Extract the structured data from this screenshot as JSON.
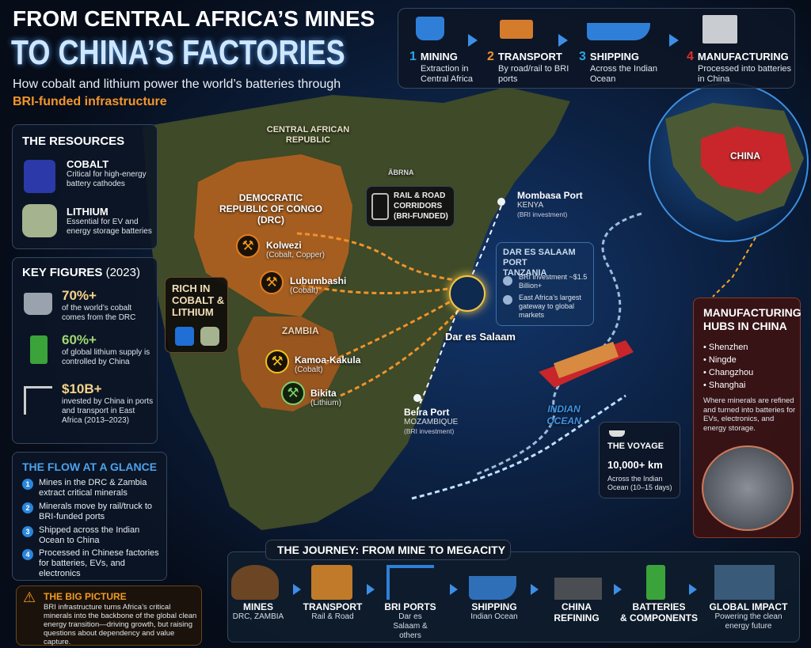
{
  "header": {
    "title_line1": "FROM CENTRAL AFRICA’S MINES",
    "title_line2": "TO CHINA’S FACTORIES",
    "subtitle": "How cobalt and lithium power the world’s batteries through",
    "subtitle_highlight": "BRI-funded infrastructure"
  },
  "process": [
    {
      "num": "1",
      "title": "MINING",
      "desc": "Extraction in Central Africa",
      "icon": "mine-cart-icon",
      "color": "#2fa3e6"
    },
    {
      "num": "2",
      "title": "TRANSPORT",
      "desc": "By road/rail to BRI ports",
      "icon": "truck-icon",
      "color": "#f0922a"
    },
    {
      "num": "3",
      "title": "SHIPPING",
      "desc": "Across the Indian Ocean",
      "icon": "ship-icon",
      "color": "#2fa3e6"
    },
    {
      "num": "4",
      "title": "MANUFACTURING",
      "desc": "Processed into batteries in China",
      "icon": "factory-icon",
      "color": "#e0302a"
    }
  ],
  "resources": {
    "title": "THE RESOURCES",
    "items": [
      {
        "name": "COBALT",
        "desc": "Critical for high-energy battery cathodes",
        "icon": "cobalt-ore-icon"
      },
      {
        "name": "LITHIUM",
        "desc": "Essential for EV and energy storage batteries",
        "icon": "lithium-ore-icon"
      }
    ]
  },
  "key_figures": {
    "title": "KEY FIGURES",
    "year": "(2023)",
    "items": [
      {
        "value": "70%+",
        "desc": "of the world’s cobalt comes from the DRC",
        "color": "#f5d38a",
        "icon": "mine-cart-icon"
      },
      {
        "value": "60%+",
        "desc": "of global lithium supply is controlled by China",
        "color": "#9fd672",
        "icon": "battery-icon"
      },
      {
        "value": "$10B+",
        "desc": "invested by China in ports and transport in East Africa (2013–2023)",
        "color": "#f5d38a",
        "icon": "port-crane-icon"
      }
    ]
  },
  "flow": {
    "title": "THE FLOW AT A GLANCE",
    "items": [
      {
        "num": "1",
        "text": "Mines in the DRC & Zambia extract critical minerals"
      },
      {
        "num": "2",
        "text": "Minerals move by rail/truck to BRI-funded ports"
      },
      {
        "num": "3",
        "text": "Shipped across the Indian Ocean to China"
      },
      {
        "num": "4",
        "text": "Processed in Chinese factories for batteries, EVs, and electronics"
      }
    ]
  },
  "big_picture": {
    "title": "THE BIG PICTURE",
    "text": "BRI infrastructure turns Africa’s critical minerals into the backbone of the global clean energy transition—driving growth, but raising questions about dependency and value capture."
  },
  "map": {
    "car": "CENTRAL AFRICAN REPUBLIC",
    "drc": "DEMOCRATIC REPUBLIC OF CONGO (DRC)",
    "zambia": "ZAMBIA",
    "small_label": "ÄBRNA",
    "ocean": "INDIAN OCEAN",
    "china": "CHINA",
    "rich_box": {
      "title": "RICH IN COBALT & LITHIUM"
    },
    "rail_box": {
      "title": "RAIL & ROAD CORRIDORS (BRI-FUNDED)"
    },
    "mines": [
      {
        "name": "Kolwezi",
        "minerals": "(Cobalt, Copper)"
      },
      {
        "name": "Lubumbashi",
        "minerals": "(Cobalt)"
      },
      {
        "name": "Kamoa-Kakula",
        "minerals": "(Cobalt)"
      },
      {
        "name": "Bikita",
        "minerals": "(Lithium)"
      }
    ],
    "mombasa": {
      "name": "Mombasa Port",
      "country": "KENYA",
      "note": "(BRI investment)"
    },
    "beira": {
      "name": "Beira Port",
      "country": "MOZAMBIQUE",
      "note": "(BRI investment)"
    },
    "dar_label": "Dar es Salaam",
    "dar_box": {
      "title": "DAR ES SALAAM PORT",
      "country": "TANZANIA",
      "point1": "BRI investment ~$1.5 Billion+",
      "point2": "East Africa’s largest gateway to global markets"
    }
  },
  "voyage": {
    "title": "THE VOYAGE",
    "distance": "10,000+ km",
    "desc": "Across the Indian Ocean (10–15 days)"
  },
  "hubs": {
    "title": "MANUFACTURING HUBS IN CHINA",
    "cities": [
      "Shenzhen",
      "Ningde",
      "Changzhou",
      "Shanghai"
    ],
    "desc": "Where minerals are refined and turned into batteries for EVs, electronics, and energy storage."
  },
  "journey": {
    "title": "THE JOURNEY: FROM MINE TO MEGACITY",
    "steps": [
      {
        "title": "MINES",
        "desc": "DRC, ZAMBIA"
      },
      {
        "title": "TRANSPORT",
        "desc": "Rail & Road"
      },
      {
        "title": "BRI PORTS",
        "desc": "Dar es Salaam & others"
      },
      {
        "title": "SHIPPING",
        "desc": "Indian Ocean"
      },
      {
        "title": "CHINA",
        "desc": "REFINING"
      },
      {
        "title": "BATTERIES",
        "desc": "& COMPONENTS"
      },
      {
        "title": "GLOBAL IMPACT",
        "desc": "Powering the clean energy future"
      }
    ]
  }
}
